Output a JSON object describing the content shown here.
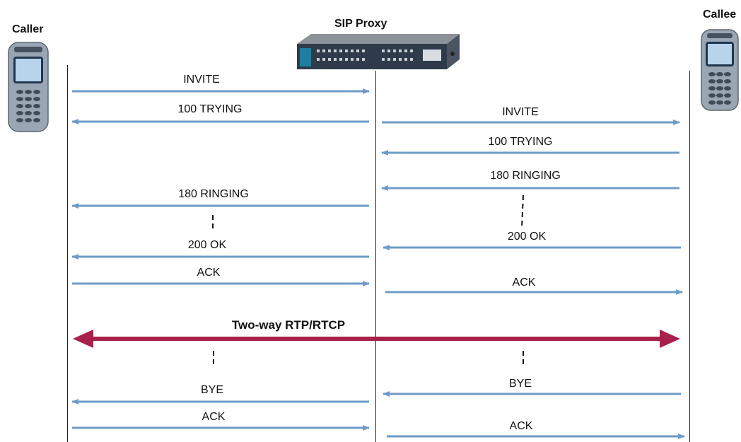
{
  "participants": {
    "caller": "Caller",
    "proxy": "SIP Proxy",
    "callee": "Callee"
  },
  "messages": [
    {
      "id": "caller-invite",
      "label": "INVITE",
      "from": "caller",
      "to": "proxy"
    },
    {
      "id": "caller-100-trying",
      "label": "100 TRYING",
      "from": "proxy",
      "to": "caller"
    },
    {
      "id": "proxy-invite",
      "label": "INVITE",
      "from": "proxy",
      "to": "callee"
    },
    {
      "id": "callee-100-trying",
      "label": "100 TRYING",
      "from": "callee",
      "to": "proxy"
    },
    {
      "id": "callee-180-ringing",
      "label": "180 RINGING",
      "from": "callee",
      "to": "proxy"
    },
    {
      "id": "caller-180-ringing",
      "label": "180 RINGING",
      "from": "proxy",
      "to": "caller"
    },
    {
      "id": "callee-200-ok",
      "label": "200 OK",
      "from": "callee",
      "to": "proxy"
    },
    {
      "id": "caller-200-ok",
      "label": "200 OK",
      "from": "proxy",
      "to": "caller"
    },
    {
      "id": "caller-ack",
      "label": "ACK",
      "from": "caller",
      "to": "proxy"
    },
    {
      "id": "proxy-ack",
      "label": "ACK",
      "from": "proxy",
      "to": "callee"
    },
    {
      "id": "rtp",
      "label": "Two-way RTP/RTCP",
      "from": "caller",
      "to": "callee"
    },
    {
      "id": "callee-bye",
      "label": "BYE",
      "from": "callee",
      "to": "proxy"
    },
    {
      "id": "caller-bye",
      "label": "BYE",
      "from": "proxy",
      "to": "caller"
    },
    {
      "id": "caller-ack-2",
      "label": "ACK",
      "from": "caller",
      "to": "proxy"
    },
    {
      "id": "proxy-ack-2",
      "label": "ACK",
      "from": "proxy",
      "to": "callee"
    }
  ],
  "colors": {
    "signal_arrow": "#6e9bc8",
    "media_arrow": "#a8214a",
    "lifeline": "#222222"
  },
  "icons": {
    "caller": "phone-handset-icon",
    "proxy": "rack-server-icon",
    "callee": "phone-handset-icon"
  }
}
